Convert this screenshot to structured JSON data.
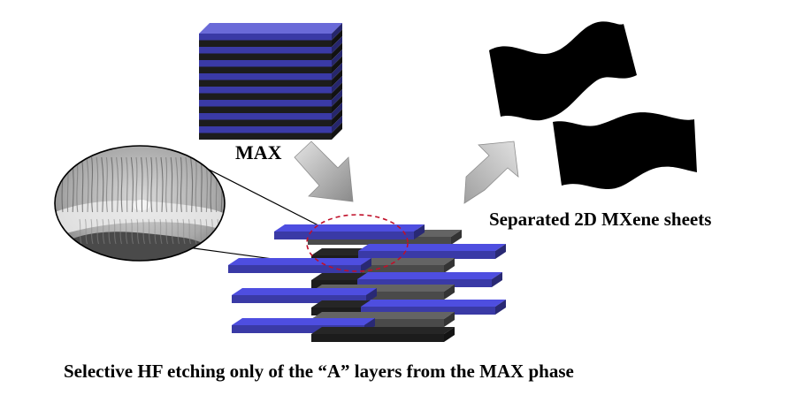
{
  "labels": {
    "max_phase": "MAX",
    "mxene_sheets": "Separated 2D MXene sheets",
    "caption": "Selective HF etching only of the “A” layers from the MAX phase"
  },
  "colors": {
    "blue_layer": "#3a3aa6",
    "blue_layer_top": "#6a6ad8",
    "black_layer": "#1c1c1c",
    "grey_layer": "#4a4a4a",
    "arrow_grey": "#9a9a9a",
    "highlight_circle": "#c0102a",
    "sheet": "#000000"
  },
  "icons": {
    "max_block": "layered-cube",
    "arrow_down": "gradient-arrow",
    "arrow_up": "gradient-arrow",
    "etched_stack": "exfoliated-layer-stack",
    "sem_inset": "sem-micrograph-magnifier",
    "sheets": "wavy-2d-sheets"
  }
}
